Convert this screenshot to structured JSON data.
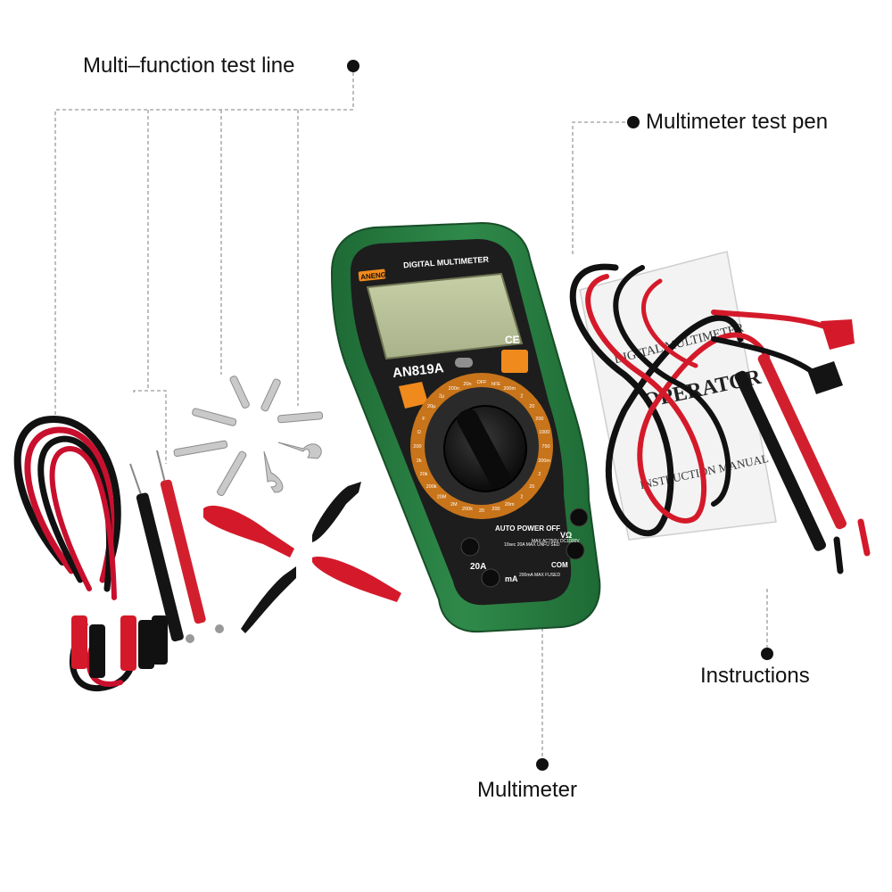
{
  "callouts": {
    "test_line": "Multi–function test line",
    "test_pen": "Multimeter test pen",
    "instructions": "Instructions",
    "multimeter": "Multimeter"
  },
  "meter": {
    "brand": "ANENG",
    "title": "DIGITAL MULTIMETER",
    "model": "AN819A",
    "ce_mark": "CE",
    "auto_power_off": "AUTO POWER OFF",
    "jack_20a": "20A",
    "jack_ma": "mA",
    "jack_com": "COM",
    "jack_vohm": "VΩ",
    "warn_20a": "10sec 20A MAX UNFU SED",
    "warn_max": "MAX AC750V DC1000V",
    "warn_fused": "200mA MAX FUSED",
    "dial_labels": [
      "OFF",
      "hFE",
      "200m",
      "2",
      "20",
      "200",
      "1000",
      "750",
      "200m",
      "2",
      "20",
      "2",
      "20m",
      "200",
      "20",
      "200k",
      "2M",
      "20M",
      "200k",
      "20k",
      "2k",
      "200",
      "Ω",
      "F",
      "20µ",
      "2µ",
      "200n",
      "20n"
    ],
    "colors": {
      "body": "#2f8a4a",
      "body_dark": "#1f6b36",
      "face": "#1e1e1e",
      "lcd": "#b9c29a",
      "dial_ring": "#c8741a",
      "knob": "#111111",
      "button": "#f08a1c"
    }
  },
  "booklet": {
    "line1": "DIGITAL MULTIMETER",
    "line2": "OPERATOR",
    "line3": "INSTRUCTION MANUAL"
  }
}
